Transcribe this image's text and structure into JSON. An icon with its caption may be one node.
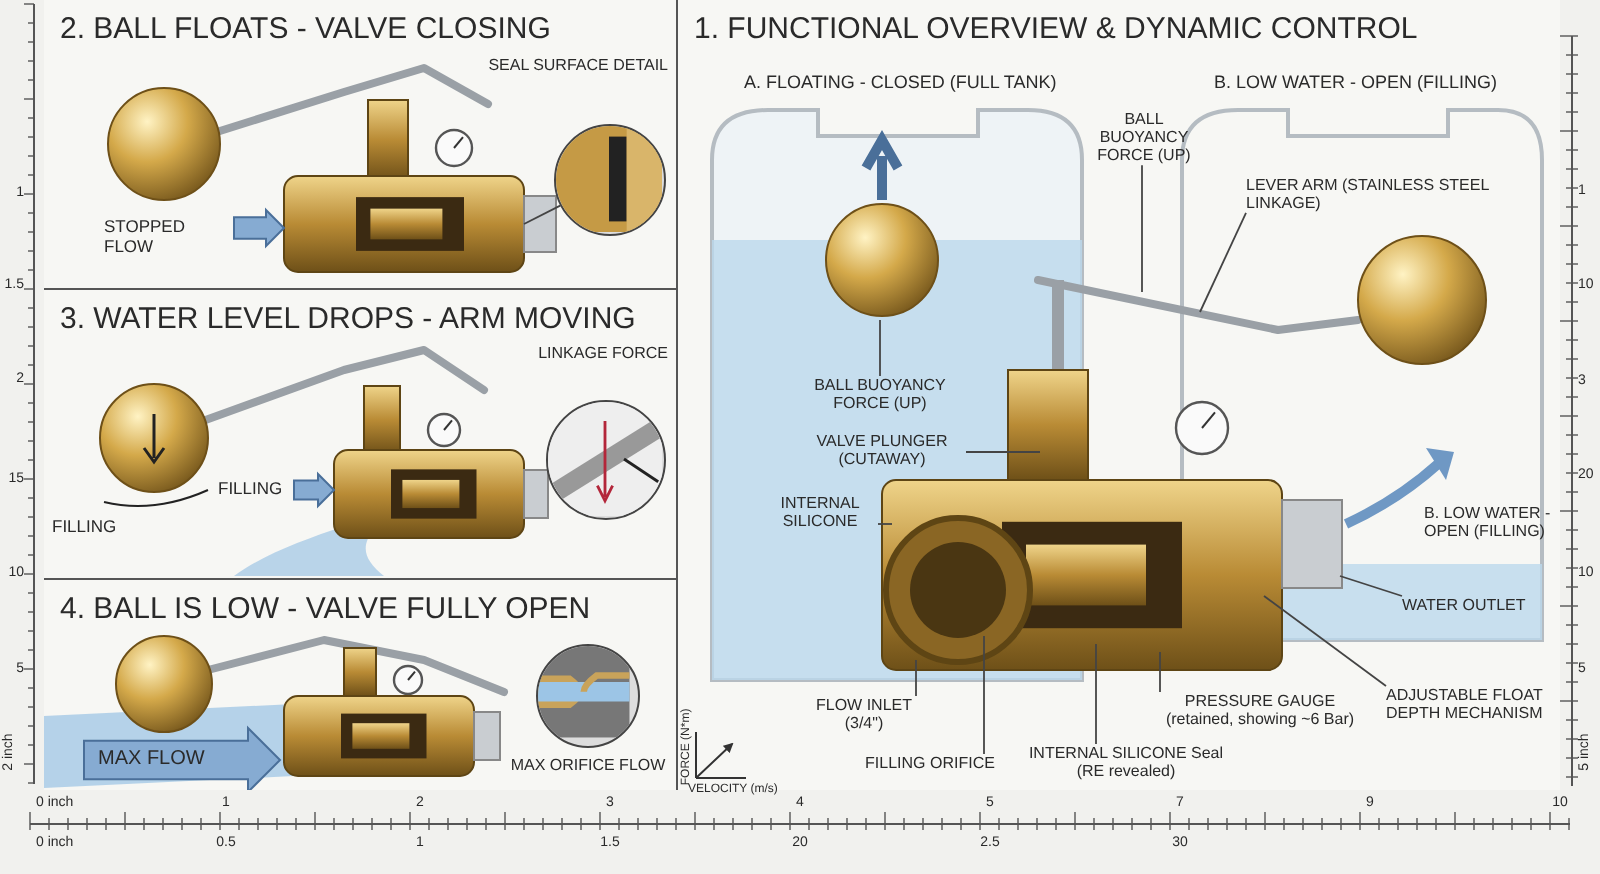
{
  "diagram": {
    "nodes": [
      {
        "text": [
          "2. BALL FLOATS - VALVE CLOSING"
        ]
      },
      {
        "text": [
          "SEAL SURFACE DETAIL"
        ],
        "in": 0
      },
      {
        "text": [
          "3. WATER LEVEL DROPS - ARM MOVING"
        ]
      },
      {
        "text": [
          "LINKAGE FORCE"
        ],
        "in": 2
      },
      {
        "text": [
          "4. BALL IS LOW - VALVE FULLY OPEN"
        ]
      },
      {
        "text": [
          "MAX ORIFICE FLOW"
        ],
        "in": 4
      },
      {
        "text": [
          "1. FUNCTIONAL OVERVIEW & DYNAMIC CONTROL"
        ]
      },
      {
        "text": [
          "BALL BUOYANCY FORCE (UP)"
        ],
        "in": 6
      },
      {
        "text": [
          "LEVER ARM (STAINLESS STEEL LINKAGE)"
        ],
        "in": 6
      },
      {
        "text": [
          "BALL BUOYANCY FORCE (UP)"
        ],
        "in": 6
      },
      {
        "text": [
          "VALVE PLUNGER (CUTAWAY)"
        ],
        "in": 6
      },
      {
        "text": [
          "INTERNAL SILICONE"
        ],
        "in": 6
      },
      {
        "text": [
          "WATER OUTLET"
        ],
        "in": 6
      },
      {
        "text": [
          "FLOW INLET (3/4\")"
        ],
        "in": 6
      },
      {
        "text": [
          "FILLING ORIFICE"
        ],
        "in": 6
      },
      {
        "text": [
          "INTERNAL SILICONE Seal (RE revealed)"
        ],
        "in": 6
      },
      {
        "text": [
          "PRESSURE GAUGE (retained, showing ~6 Bar)"
        ],
        "in": 6
      },
      {
        "text": [
          "ADJUSTABLE FLOAT DEPTH MECHANISM"
        ],
        "in": 6
      }
    ],
    "edges": [
      {
        "from": null,
        "to": 1,
        "arrow": "none"
      },
      {
        "from": 7,
        "to": null,
        "arrow": "none"
      },
      {
        "from": 8,
        "to": null,
        "arrow": "none"
      },
      {
        "from": 9,
        "to": null,
        "arrow": "none"
      },
      {
        "from": 10,
        "to": null,
        "arrow": "none"
      },
      {
        "from": 11,
        "to": null,
        "arrow": "none"
      },
      {
        "from": 12,
        "to": null,
        "arrow": "none"
      },
      {
        "from": 13,
        "to": null,
        "arrow": "none"
      },
      {
        "from": 14,
        "to": null,
        "arrow": "none"
      },
      {
        "from": 15,
        "to": null,
        "arrow": "none"
      },
      {
        "from": 16,
        "to": null,
        "arrow": "none"
      },
      {
        "from": 17,
        "to": null,
        "arrow": "none"
      }
    ],
    "labels": [
      "STOPPED FLOW",
      "FILLING",
      "FILLING",
      "MAX FLOW",
      "A. FLOATING - CLOSED (FULL TANK)",
      "B. LOW WATER - OPEN (FILLING)",
      "B. LOW WATER - OPEN (FILLING)",
      "FORCE (N*m)",
      "VELOCITY (m/s)",
      "1",
      "1.5",
      "2",
      "15",
      "10",
      "5",
      "2 inch",
      "0 inch",
      "1",
      "2",
      "3",
      "4",
      "5",
      "7",
      "9",
      "10",
      "0 inch",
      "0.5",
      "1",
      "1.5",
      "20",
      "2.5",
      "30",
      "1",
      "10",
      "3",
      "20",
      "10",
      "5",
      "5 inch"
    ]
  }
}
